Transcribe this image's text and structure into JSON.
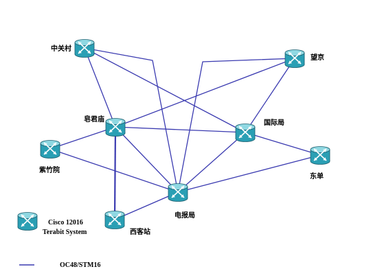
{
  "nodes": [
    {
      "label": "中关村"
    },
    {
      "label": "望京"
    },
    {
      "label": "皂君庙"
    },
    {
      "label": "国际局"
    },
    {
      "label": "紫竹院"
    },
    {
      "label": "东单"
    },
    {
      "label": "电报局"
    },
    {
      "label": "西客站"
    }
  ],
  "links": [
    {
      "from": 0,
      "to": 2
    },
    {
      "from": 0,
      "to": 3
    },
    {
      "from": 0,
      "to": 6
    },
    {
      "from": 1,
      "to": 2
    },
    {
      "from": 1,
      "to": 3
    },
    {
      "from": 1,
      "to": 6
    },
    {
      "from": 2,
      "to": 4
    },
    {
      "from": 2,
      "to": 3
    },
    {
      "from": 2,
      "to": 6
    },
    {
      "from": 2,
      "to": 7
    },
    {
      "from": 4,
      "to": 6
    },
    {
      "from": 3,
      "to": 6
    },
    {
      "from": 3,
      "to": 5
    },
    {
      "from": 6,
      "to": 5
    },
    {
      "from": 7,
      "to": 6
    }
  ],
  "legend": {
    "device_line1": "Cisco 12016",
    "device_line2": "Terabit System",
    "link_type": "OC48/STM16"
  },
  "icons": {
    "node": "router-icon"
  },
  "colors": {
    "link": "#3a3ab0",
    "router_body": "#2a9fb4",
    "router_top": "#8fd8e2",
    "router_outline": "#1a5e6e",
    "router_arrow": "#ffffff",
    "background": "#ffffff"
  }
}
